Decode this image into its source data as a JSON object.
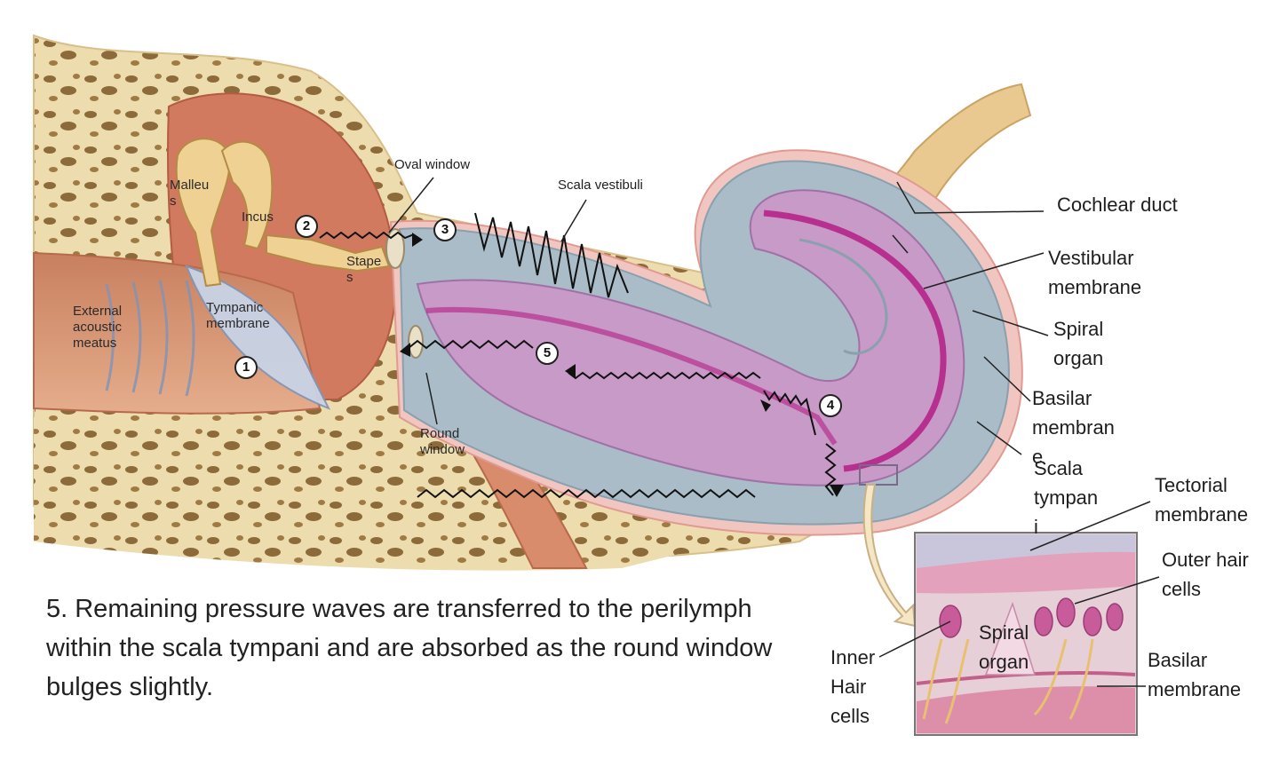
{
  "labels": {
    "malleus": "Malleu\ns",
    "incus": "Incus",
    "stapes": "Stape\ns",
    "oval_window": "Oval window",
    "scala_vestibuli": "Scala vestibuli",
    "external_acoustic_meatus": "External\nacoustic\nmeatus",
    "tympanic_membrane": "Tympanic\nmembrane",
    "round_window": "Round\nwindow",
    "cochlear_duct": "Cochlear duct",
    "vestibular_membrane": "Vestibular\nmembrane",
    "spiral_organ": "Spiral\norgan",
    "basilar_membrane": "Basilar\nmembran\ne",
    "scala_tympani": "Scala\ntympan\ni",
    "tectorial_membrane": "Tectorial\nmembrane",
    "outer_hair_cells": "Outer hair\ncells",
    "inner_hair_cells": "Inner\nHair\ncells",
    "spiral_organ_inset": "Spiral\norgan",
    "basilar_membrane_inset": "Basilar\nmembrane"
  },
  "steps": [
    "1",
    "2",
    "3",
    "4",
    "5"
  ],
  "caption": "5.  Remaining pressure waves are transferred to the perilymph within the scala tympani and are absorbed as the round window bulges slightly.",
  "colors": {
    "bone": "#ead7a8",
    "bone_pore": "#8a6a3c",
    "soft_tissue": "#d98c6c",
    "scala_blue": "#a9bcc8",
    "duct_purple": "#c79ac7",
    "membrane_magenta": "#b8308f",
    "nerve": "#e9c98f"
  }
}
